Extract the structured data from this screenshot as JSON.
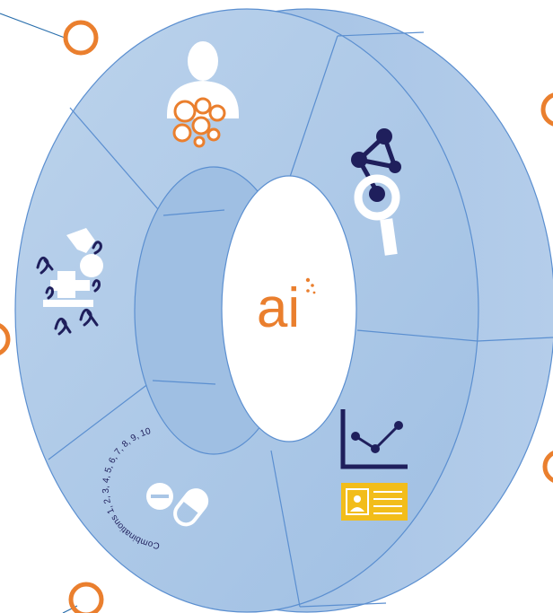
{
  "center": {
    "logo_text": "ai"
  },
  "segments": [
    {
      "id": "patient-population",
      "icon": "person-with-cells-icon"
    },
    {
      "id": "molecular-analysis",
      "icon": "molecule-magnifier-icon"
    },
    {
      "id": "research-lab",
      "icon": "microscope-ribbons-icon"
    },
    {
      "id": "drug-combinations",
      "icon": "pill-capsule-icon",
      "curved_label": "Combinations 1, 2, 3, 4, 5, 6, 7, 8, 9, 10"
    },
    {
      "id": "outcomes-data",
      "icon": "chart-and-id-card-icon"
    }
  ],
  "colors": {
    "ring_fill": "#a9c6e6",
    "ring_fill_light": "#c1d6ee",
    "ring_stroke": "#5b8fd0",
    "orange": "#ea7f2e",
    "navy": "#1f1f5c",
    "yellow": "#f2bd1a",
    "white": "#ffffff"
  },
  "decorations": {
    "outer_circles": "orange-ring-icon",
    "connector_line": "connector-line"
  }
}
